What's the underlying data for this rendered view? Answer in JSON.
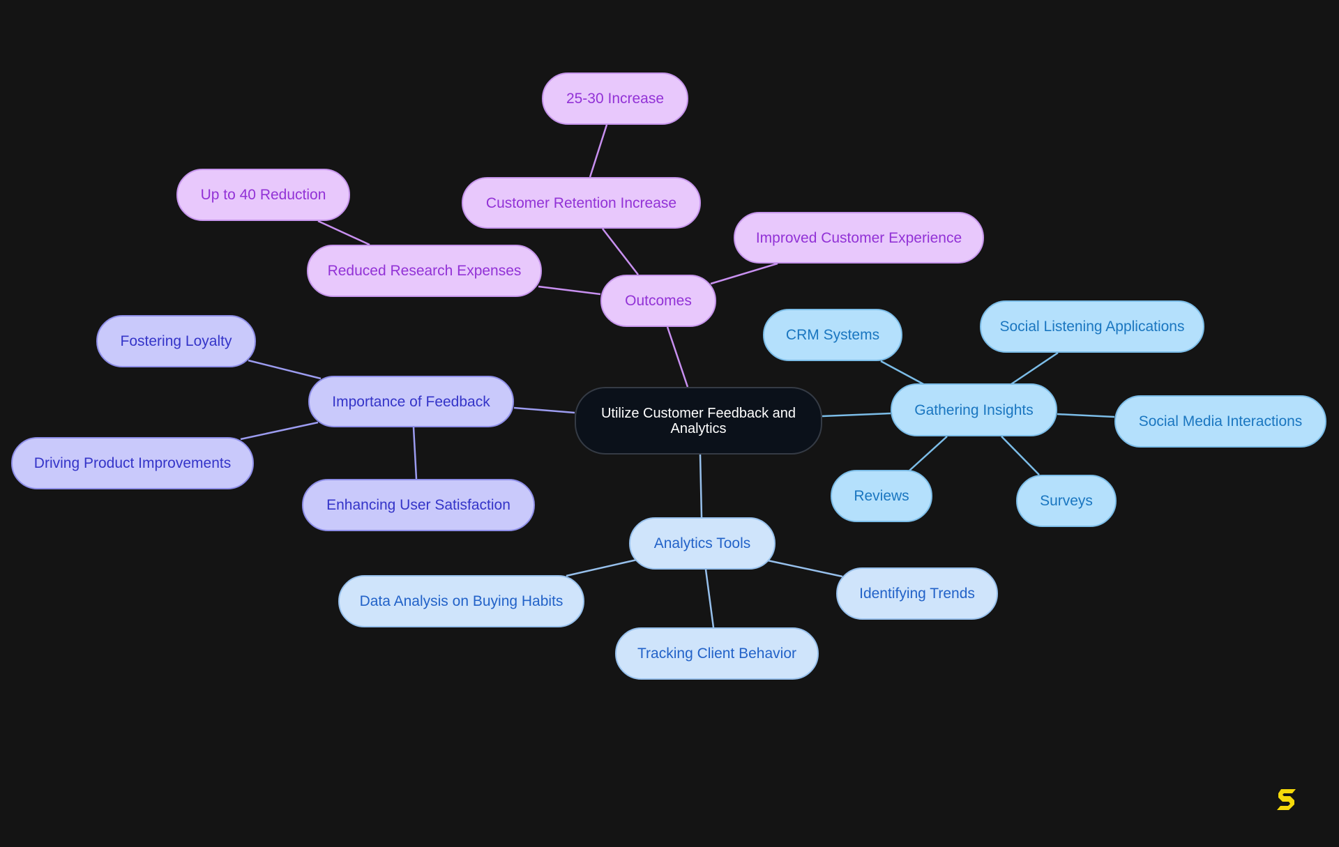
{
  "diagram": {
    "type": "mind-map",
    "root": {
      "label": "Utilize Customer Feedback and Analytics"
    },
    "branches": {
      "outcomes": {
        "label": "Outcomes",
        "color": "#e8c8fc",
        "children": {
          "customer_retention": {
            "label": "Customer Retention Increase",
            "children": {
              "increase_25_30": {
                "label": "25-30 Increase"
              }
            }
          },
          "reduced_research": {
            "label": "Reduced Research Expenses",
            "children": {
              "up_to_40": {
                "label": "Up to 40 Reduction"
              }
            }
          },
          "improved_experience": {
            "label": "Improved Customer Experience"
          }
        }
      },
      "importance": {
        "label": "Importance of Feedback",
        "color": "#c9c9fb",
        "children": {
          "fostering_loyalty": {
            "label": "Fostering Loyalty"
          },
          "driving_improvements": {
            "label": "Driving Product Improvements"
          },
          "enhancing_satisfaction": {
            "label": "Enhancing User Satisfaction"
          }
        }
      },
      "gathering": {
        "label": "Gathering Insights",
        "color": "#b4e0fc",
        "children": {
          "crm": {
            "label": "CRM Systems"
          },
          "social_listening": {
            "label": "Social Listening Applications"
          },
          "social_media": {
            "label": "Social Media Interactions"
          },
          "reviews": {
            "label": "Reviews"
          },
          "surveys": {
            "label": "Surveys"
          }
        }
      },
      "analytics": {
        "label": "Analytics Tools",
        "color": "#cfe4fb",
        "children": {
          "data_analysis": {
            "label": "Data Analysis on Buying Habits"
          },
          "identifying_trends": {
            "label": "Identifying Trends"
          },
          "tracking_behavior": {
            "label": "Tracking Client Behavior"
          }
        }
      }
    },
    "edge_colors": {
      "outcomes": "#c890f0",
      "importance": "#9c9cf0",
      "gathering": "#7cbde8",
      "analytics": "#97c0ec"
    }
  },
  "logo": {
    "name": "brand-logo",
    "color": "#f5d90a"
  }
}
